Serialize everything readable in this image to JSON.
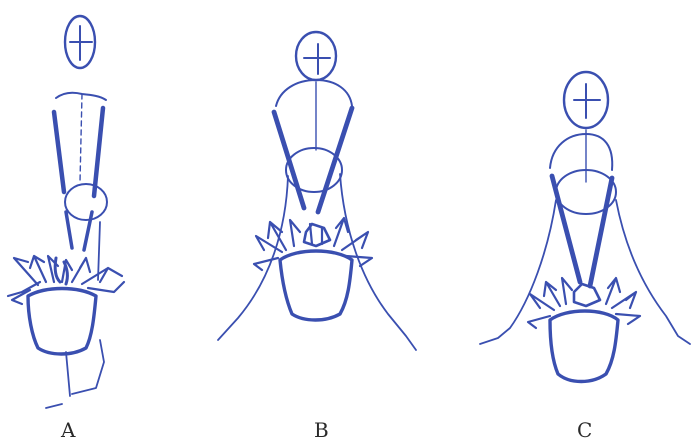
{
  "figure": {
    "ink_color": "#3a4fb0",
    "labels": {
      "a": "A",
      "b": "B",
      "c": "C"
    }
  }
}
